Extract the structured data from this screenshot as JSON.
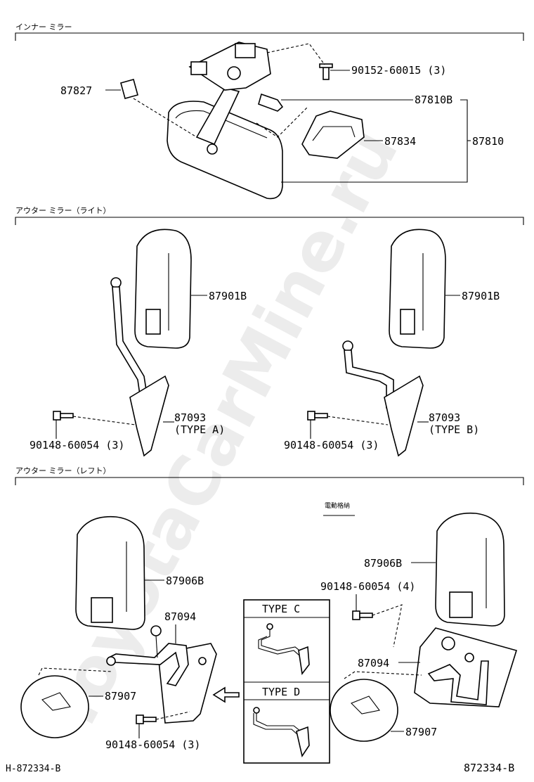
{
  "sections": {
    "inner_mirror": "インナー ミラー",
    "outer_mirror_right": "アウター ミラー（ライト）",
    "outer_mirror_left": "アウター ミラー（レフト）"
  },
  "parts": {
    "p87827": "87827",
    "p90152": "90152-60015 (3)",
    "p87810B": "87810B",
    "p87834": "87834",
    "p87810": "87810",
    "p87901B_a": "87901B",
    "p87093_a": "87093",
    "type_a": "(TYPE  A)",
    "p90148_a": "90148-60054 (3)",
    "p87901B_b": "87901B",
    "p87093_b": "87093",
    "type_b": "(TYPE  B)",
    "p90148_b": "90148-60054 (3)",
    "p87906B_l": "87906B",
    "p87094_l": "87094",
    "p87907_l": "87907",
    "p90148_l": "90148-60054 (3)",
    "power_fold": "電動格納",
    "p87906B_r": "87906B",
    "p90148_r": "90148-60054 (4)",
    "p87094_r": "87094",
    "p87907_r": "87907"
  },
  "types": {
    "type_c": "TYPE  C",
    "type_d": "TYPE  D"
  },
  "footer": {
    "left_code": "H-872334-B",
    "right_code": "872334-B"
  },
  "watermark": "ToyotaCarMine.ru"
}
